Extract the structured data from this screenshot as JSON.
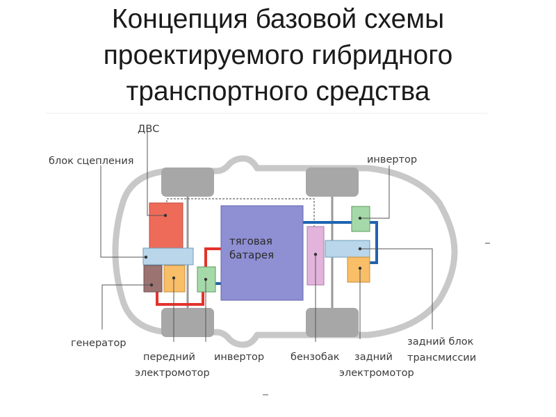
{
  "title": {
    "line1": "Концепция базовой схемы",
    "line2": "проектируемого  гибридного",
    "line3": "транспортного средства"
  },
  "labels": {
    "ice": "ДВС",
    "clutch": "блок сцепления",
    "inverter_rear": "инвертор",
    "generator": "генератор",
    "front_motor_1": "передний",
    "front_motor_2": "электромотор",
    "inverter_front": "инвертор",
    "fuel_tank": "бензобак",
    "rear_motor_1": "задний",
    "rear_motor_2": "электромотор",
    "rear_transmission_1": "задний блок",
    "rear_transmission_2": "трансмиссии"
  },
  "battery": {
    "line1": "тяговая",
    "line2": "батарея"
  },
  "colors": {
    "car_outline": "#c8c8c8",
    "wheel": "#a7a7a7",
    "ice": "#ee6b5a",
    "clutch": "#b9d6ea",
    "generator": "#9b7472",
    "front_motor": "#f8be68",
    "inverter": "#a6d9a9",
    "battery": "#8f8fd4",
    "fuel_tank": "#e2b4dc",
    "rear_transmission": "#b9d6ea",
    "rear_motor": "#f8be68",
    "line_blue": "#1f63b0",
    "line_red": "#e2332c",
    "leader": "#555555"
  }
}
